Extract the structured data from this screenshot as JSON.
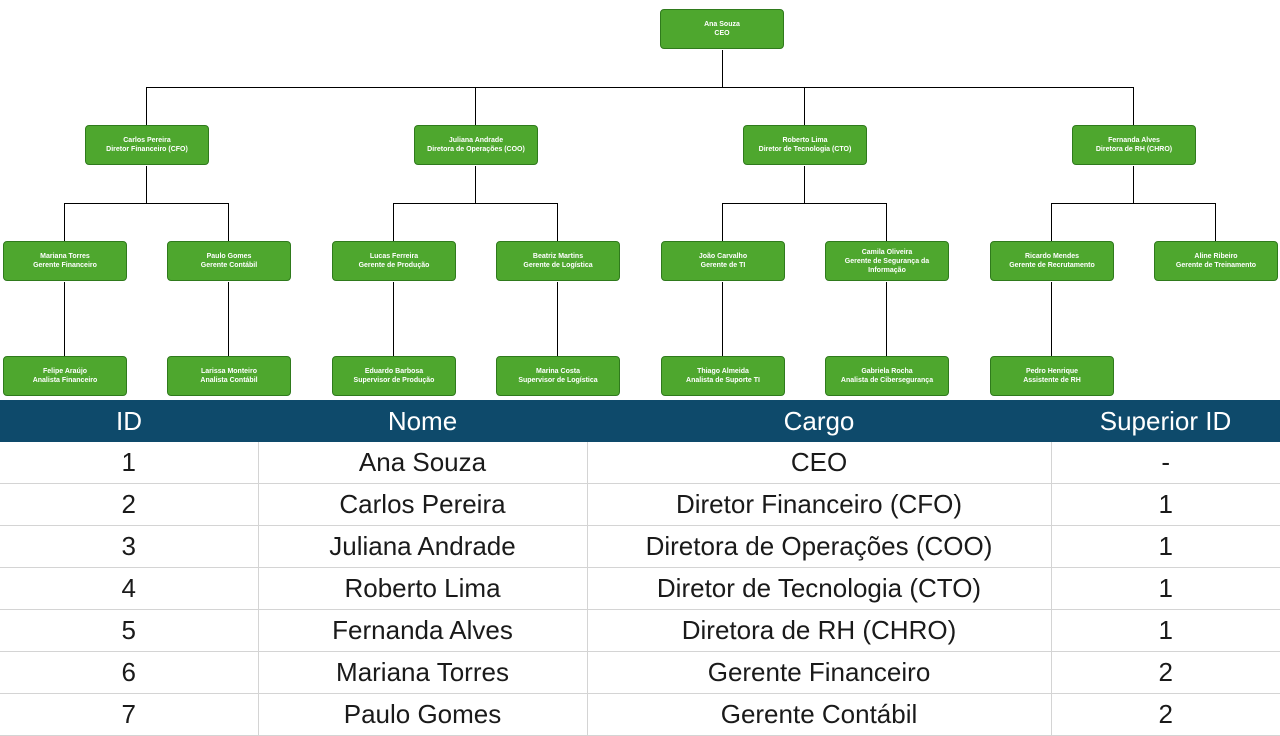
{
  "org_chart": {
    "level1": {
      "name": "Ana Souza",
      "role": "CEO"
    },
    "level2": [
      {
        "name": "Carlos Pereira",
        "role": "Diretor Financeiro (CFO)"
      },
      {
        "name": "Juliana Andrade",
        "role": "Diretora de Operações (COO)"
      },
      {
        "name": "Roberto Lima",
        "role": "Diretor de Tecnologia (CTO)"
      },
      {
        "name": "Fernanda Alves",
        "role": "Diretora de RH (CHRO)"
      }
    ],
    "level3": [
      {
        "name": "Mariana Torres",
        "role": "Gerente Financeiro"
      },
      {
        "name": "Paulo Gomes",
        "role": "Gerente Contábil"
      },
      {
        "name": "Lucas Ferreira",
        "role": "Gerente de Produção"
      },
      {
        "name": "Beatriz Martins",
        "role": "Gerente de Logística"
      },
      {
        "name": "João Carvalho",
        "role": "Gerente de TI"
      },
      {
        "name": "Camila Oliveira",
        "role": "Gerente de Segurança da Informação"
      },
      {
        "name": "Ricardo Mendes",
        "role": "Gerente de Recrutamento"
      },
      {
        "name": "Aline Ribeiro",
        "role": "Gerente de Treinamento"
      }
    ],
    "level4": [
      {
        "name": "Felipe Araújo",
        "role": "Analista Financeiro"
      },
      {
        "name": "Larissa Monteiro",
        "role": "Analista Contábil"
      },
      {
        "name": "Eduardo Barbosa",
        "role": "Supervisor de Produção"
      },
      {
        "name": "Marina Costa",
        "role": "Supervisor de Logística"
      },
      {
        "name": "Thiago Almeida",
        "role": "Analista de Suporte TI"
      },
      {
        "name": "Gabriela Rocha",
        "role": "Analista de Cibersegurança"
      },
      {
        "name": "Pedro Henrique",
        "role": "Assistente de RH"
      }
    ]
  },
  "table": {
    "headers": [
      "ID",
      "Nome",
      "Cargo",
      "Superior ID"
    ],
    "rows": [
      [
        "1",
        "Ana Souza",
        "CEO",
        "-"
      ],
      [
        "2",
        "Carlos Pereira",
        "Diretor Financeiro (CFO)",
        "1"
      ],
      [
        "3",
        "Juliana Andrade",
        "Diretora de Operações (COO)",
        "1"
      ],
      [
        "4",
        "Roberto Lima",
        "Diretor de Tecnologia (CTO)",
        "1"
      ],
      [
        "5",
        "Fernanda Alves",
        "Diretora de RH (CHRO)",
        "1"
      ],
      [
        "6",
        "Mariana Torres",
        "Gerente Financeiro",
        "2"
      ],
      [
        "7",
        "Paulo Gomes",
        "Gerente Contábil",
        "2"
      ]
    ]
  },
  "colors": {
    "node": "#4ea72e",
    "header": "#0e4a6b"
  }
}
